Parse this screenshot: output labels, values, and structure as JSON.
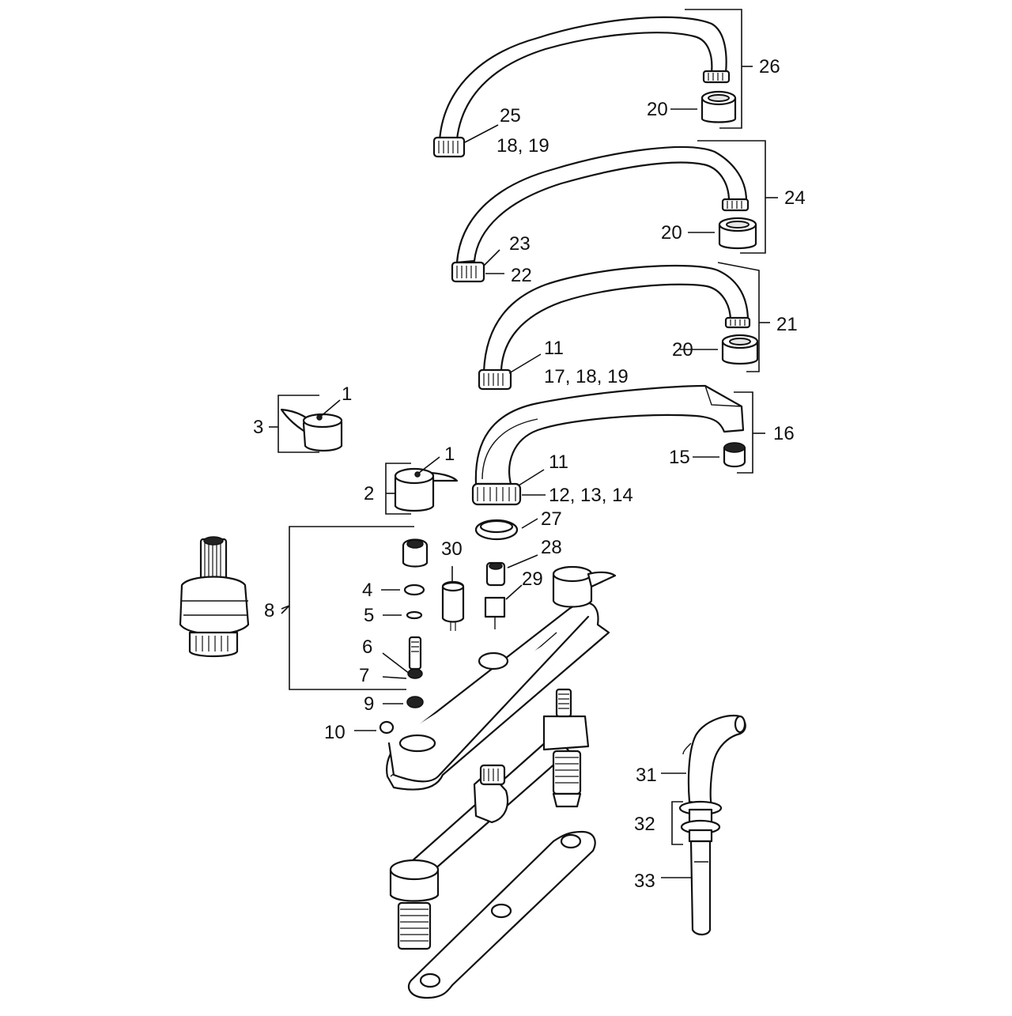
{
  "labels": {
    "l1a": "1",
    "l1b": "1",
    "l2": "2",
    "l3": "3",
    "l4": "4",
    "l5": "5",
    "l6": "6",
    "l7": "7",
    "l8": "8",
    "l9": "9",
    "l10": "10",
    "l11a": "11",
    "l11b": "11",
    "l12_14": "12, 13, 14",
    "l15": "15",
    "l16": "16",
    "l17_19": "17, 18, 19",
    "l18_19": "18, 19",
    "l20a": "20",
    "l20b": "20",
    "l20c": "20",
    "l21": "21",
    "l22": "22",
    "l23": "23",
    "l24": "24",
    "l25": "25",
    "l26": "26",
    "l27": "27",
    "l28": "28",
    "l29": "29",
    "l30": "30",
    "l31": "31",
    "l32": "32",
    "l33": "33"
  }
}
